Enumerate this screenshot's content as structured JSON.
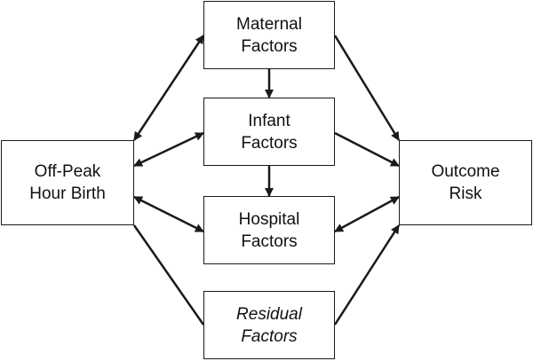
{
  "nodes": {
    "maternal": {
      "line1": "Maternal",
      "line2": "Factors"
    },
    "infant": {
      "line1": "Infant",
      "line2": "Factors"
    },
    "hospital": {
      "line1": "Hospital",
      "line2": "Factors"
    },
    "residual": {
      "line1": "Residual",
      "line2": "Factors"
    },
    "offpeak": {
      "line1": "Off-Peak",
      "line2": "Hour Birth"
    },
    "outcome": {
      "line1": "Outcome",
      "line2": "Risk"
    }
  },
  "edges": [
    {
      "from": "offpeak",
      "to": "maternal",
      "style": "bidirectional"
    },
    {
      "from": "offpeak",
      "to": "infant",
      "style": "bidirectional"
    },
    {
      "from": "offpeak",
      "to": "hospital",
      "style": "bidirectional"
    },
    {
      "from": "offpeak",
      "to": "residual",
      "style": "line"
    },
    {
      "from": "maternal",
      "to": "infant",
      "style": "arrow"
    },
    {
      "from": "infant",
      "to": "hospital",
      "style": "arrow"
    },
    {
      "from": "maternal",
      "to": "outcome",
      "style": "arrow"
    },
    {
      "from": "infant",
      "to": "outcome",
      "style": "arrow"
    },
    {
      "from": "hospital",
      "to": "outcome",
      "style": "bidirectional"
    },
    {
      "from": "residual",
      "to": "outcome",
      "style": "arrow"
    }
  ],
  "colors": {
    "line": "#1a1a1a",
    "text": "#111111",
    "background": "#ffffff"
  }
}
